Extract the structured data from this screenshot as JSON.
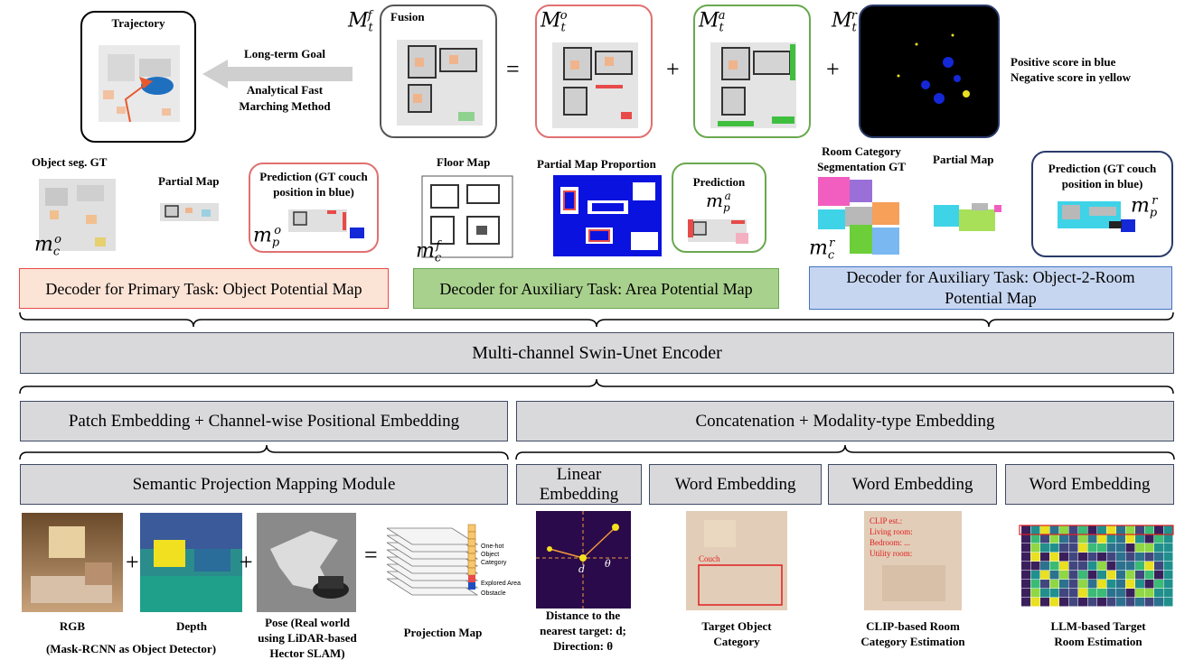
{
  "top": {
    "trajectory_label": "Trajectory",
    "goal_line1": "Long-term Goal",
    "goal_line2": "Analytical Fast",
    "goal_line3": "Marching Method",
    "fusion_label": "Fusion",
    "mf_base": "M",
    "mf_sub": "t",
    "mf_sup": "f",
    "mo_base": "M",
    "mo_sub": "t",
    "mo_sup": "o",
    "ma_base": "M",
    "ma_sub": "t",
    "ma_sup": "a",
    "mr_base": "M",
    "mr_sub": "t",
    "mr_sup": "r",
    "equals": "=",
    "plus": "+",
    "score_line1": "Positive score in blue",
    "score_line2": "Negative score in yellow"
  },
  "middle": {
    "obj_seg_gt": "Object seg. GT",
    "partial_map": "Partial Map",
    "pred_obj_line1": "Prediction (GT couch",
    "pred_obj_line2": "position in blue)",
    "floor_map": "Floor Map",
    "partial_map_prop": "Partial Map Proportion",
    "prediction": "Prediction",
    "room_cat_line1": "Room Category",
    "room_cat_line2": "Segmentation GT",
    "partial_map_2": "Partial Map",
    "pred_room_line1": "Prediction (GT couch",
    "pred_room_line2": "position in blue)",
    "mco": {
      "base": "m",
      "sub": "c",
      "sup": "o"
    },
    "mpo": {
      "base": "m",
      "sub": "p",
      "sup": "o"
    },
    "mcf": {
      "base": "m",
      "sub": "c",
      "sup": "f"
    },
    "mpa": {
      "base": "m",
      "sub": "p",
      "sup": "a"
    },
    "mcr": {
      "base": "m",
      "sub": "c",
      "sup": "r"
    },
    "mpr": {
      "base": "m",
      "sub": "p",
      "sup": "r"
    }
  },
  "decoders": {
    "primary": "Decoder for Primary Task: Object Potential Map",
    "area": "Decoder for Auxiliary Task: Area Potential Map",
    "room": "Decoder for Auxiliary Task: Object-2-Room Potential Map",
    "primary_color": "#fbe3d6",
    "area_color": "#a9d18e",
    "room_color": "#c7d6f0"
  },
  "encoder": "Multi-channel Swin-Unet Encoder",
  "embeddings": {
    "patch": "Patch Embedding + Channel-wise Positional Embedding",
    "concat": "Concatenation + Modality-type Embedding"
  },
  "modules": {
    "semantic": "Semantic Projection Mapping Module",
    "linear_line1": "Linear",
    "linear_line2": "Embedding",
    "word1": "Word Embedding",
    "word2": "Word Embedding",
    "word3": "Word Embedding"
  },
  "bottom": {
    "rgb": "RGB",
    "detector": "(Mask-RCNN as Object Detector)",
    "depth": "Depth",
    "pose_line1": "Pose (Real world",
    "pose_line2": "using LiDAR-based",
    "pose_line3": "Hector SLAM)",
    "proj_map": "Projection Map",
    "onehot_line1": "One-hot",
    "onehot_line2": "Object",
    "onehot_line3": "Category",
    "explored": "Explored Area",
    "obstacle": "Obstacle",
    "dist_line1": "Distance to the",
    "dist_line2": "nearest target: d;",
    "dist_line3": "Direction: θ",
    "target_line1": "Target Object",
    "target_line2": "Category",
    "couch": "Couch",
    "clip_line1": "CLIP-based Room",
    "clip_line2": "Category Estimation",
    "clip_est_1": "CLIP est.:",
    "clip_est_2": "Living room:",
    "clip_est_3": "Bedroom: ...",
    "clip_est_4": "Utility room:",
    "llm_line1": "LLM-based Target",
    "llm_line2": "Room Estimation",
    "d_label": "d",
    "theta_label": "θ"
  },
  "plus_signs": [
    "+",
    "+"
  ],
  "equals_sign": "="
}
